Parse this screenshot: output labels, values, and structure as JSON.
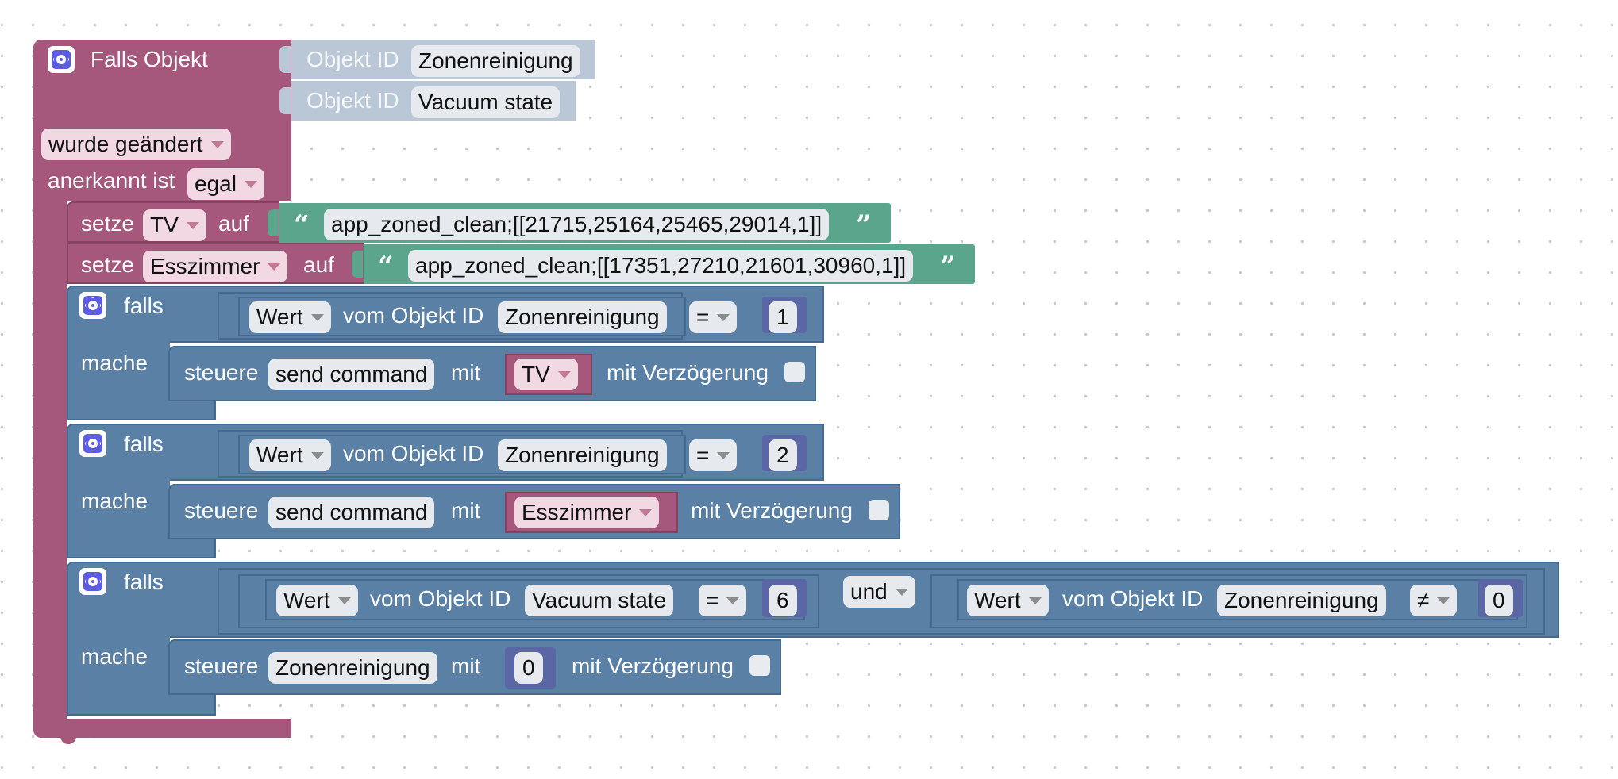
{
  "trigger": {
    "title": "Falls Objekt",
    "object_id_label": "Objekt ID",
    "object_id_1": "Zonenreinigung",
    "object_id_2": "Vacuum state",
    "condition": "wurde geändert",
    "ack_label": "anerkannt ist",
    "ack_value": "egal"
  },
  "set_blocks": [
    {
      "verb": "setze",
      "var": "TV",
      "to": "auf",
      "value": "app_zoned_clean;[[21715,25164,25465,29014,1]]"
    },
    {
      "verb": "setze",
      "var": "Esszimmer",
      "to": "auf",
      "value": "app_zoned_clean;[[17351,27210,21601,30960,1]]"
    }
  ],
  "if_blocks": [
    {
      "if_label": "falls",
      "do_label": "mache",
      "cond": {
        "prop": "Wert",
        "from": "vom Objekt ID",
        "obj": "Zonenreinigung",
        "op": "=",
        "num": "1"
      },
      "action": {
        "verb": "steuere",
        "target": "send command",
        "with": "mit",
        "value": "TV",
        "delay": "mit Verzögerung"
      }
    },
    {
      "if_label": "falls",
      "do_label": "mache",
      "cond": {
        "prop": "Wert",
        "from": "vom Objekt ID",
        "obj": "Zonenreinigung",
        "op": "=",
        "num": "2"
      },
      "action": {
        "verb": "steuere",
        "target": "send command",
        "with": "mit",
        "value": "Esszimmer",
        "delay": "mit Verzögerung"
      }
    },
    {
      "if_label": "falls",
      "do_label": "mache",
      "cond_a": {
        "prop": "Wert",
        "from": "vom Objekt ID",
        "obj": "Vacuum state",
        "op": "=",
        "num": "6"
      },
      "logic": "und",
      "cond_b": {
        "prop": "Wert",
        "from": "vom Objekt ID",
        "obj": "Zonenreinigung",
        "op": "≠",
        "num": "0"
      },
      "action": {
        "verb": "steuere",
        "target": "Zonenreinigung",
        "with": "mit",
        "value": "0",
        "delay": "mit Verzögerung"
      }
    }
  ],
  "colors": {
    "trigger": "#a5577c",
    "trigger_dark": "#85435f",
    "object_id": "#b9c7d6",
    "text_block": "#5ba58c",
    "logic": "#5b80a5",
    "logic_dark": "#45698f",
    "number": "#5b67a5"
  }
}
